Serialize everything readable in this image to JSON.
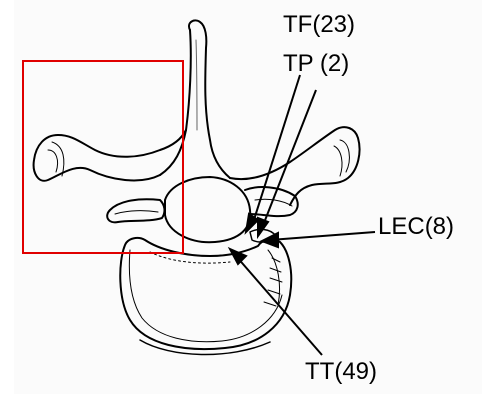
{
  "labels": {
    "tf": "TF(23)",
    "tp": "TP (2)",
    "lec": "LEC(8)",
    "tt": "TT(49)"
  },
  "highlight_box": {
    "color": "#e00000",
    "present": true
  },
  "colors": {
    "ink": "#000000",
    "background": "#ffffff",
    "paper_edge": "#e8e8e8"
  }
}
